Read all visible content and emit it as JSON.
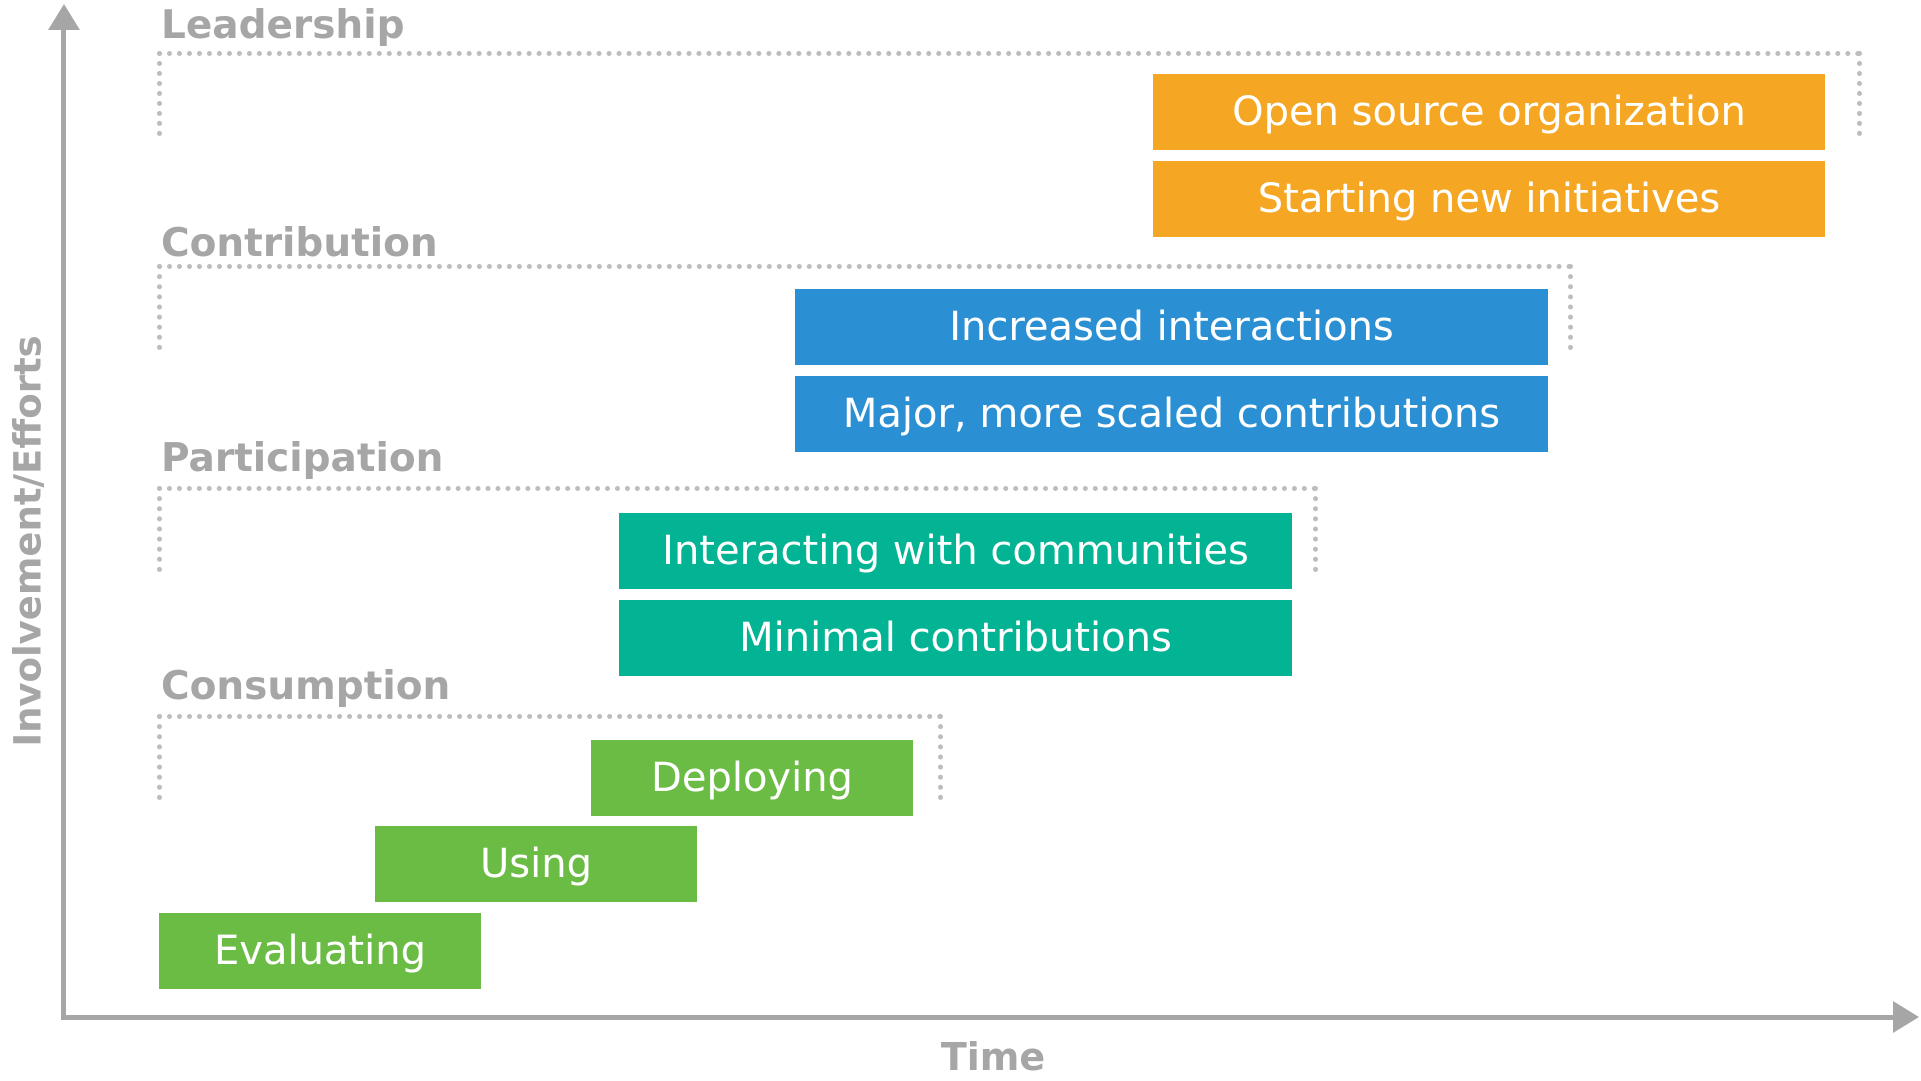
{
  "axes": {
    "y_label": "Involvement/Efforts",
    "x_label": "Time"
  },
  "stages": {
    "leadership": {
      "label": "Leadership",
      "activities": [
        "Open source organization",
        "Starting new initiatives"
      ]
    },
    "contribution": {
      "label": "Contribution",
      "activities": [
        "Increased interactions",
        "Major, more scaled contributions"
      ]
    },
    "participation": {
      "label": "Participation",
      "activities": [
        "Interacting with communities",
        "Minimal contributions"
      ]
    },
    "consumption": {
      "label": "Consumption",
      "activities": [
        "Deploying",
        "Using",
        "Evaluating"
      ]
    }
  },
  "colors": {
    "leadership": "#f5a623",
    "contribution": "#2b8fd3",
    "participation": "#02b394",
    "consumption": "#6bbc45",
    "axis": "#a6a6a6"
  }
}
